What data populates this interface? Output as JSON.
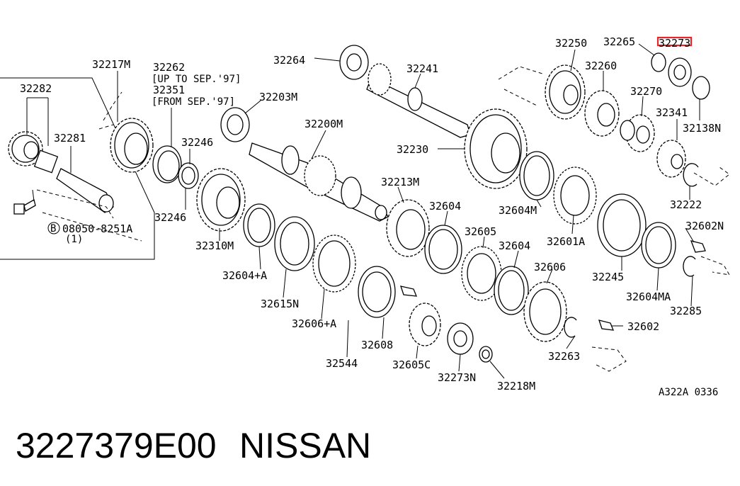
{
  "diagram": {
    "code": "A322A 0336",
    "part_number": "3227379E00",
    "brand": "NISSAN",
    "highlight_color": "#e8262a",
    "highlighted_label_index": 0,
    "labels": [
      "32273",
      "32265",
      "32250",
      "32260",
      "32270",
      "32341",
      "32138N",
      "32264",
      "32241",
      "32217M",
      "32262",
      "[UP TO SEP.'97]",
      "32351",
      "[FROM SEP.'97]",
      "32203M",
      "32282",
      "32281",
      "32246",
      "32246",
      "32200M",
      "32230",
      "32604M",
      "32222",
      "32213M",
      "32604",
      "32605",
      "32604",
      "32601A",
      "32602N",
      "32310M",
      "32604+A",
      "32615N",
      "32606+A",
      "32608",
      "32544",
      "32605C",
      "32273N",
      "32218M",
      "32606",
      "32263",
      "32245",
      "32604MA",
      "32285",
      "32602",
      "08050-8251A",
      "(1)"
    ]
  }
}
